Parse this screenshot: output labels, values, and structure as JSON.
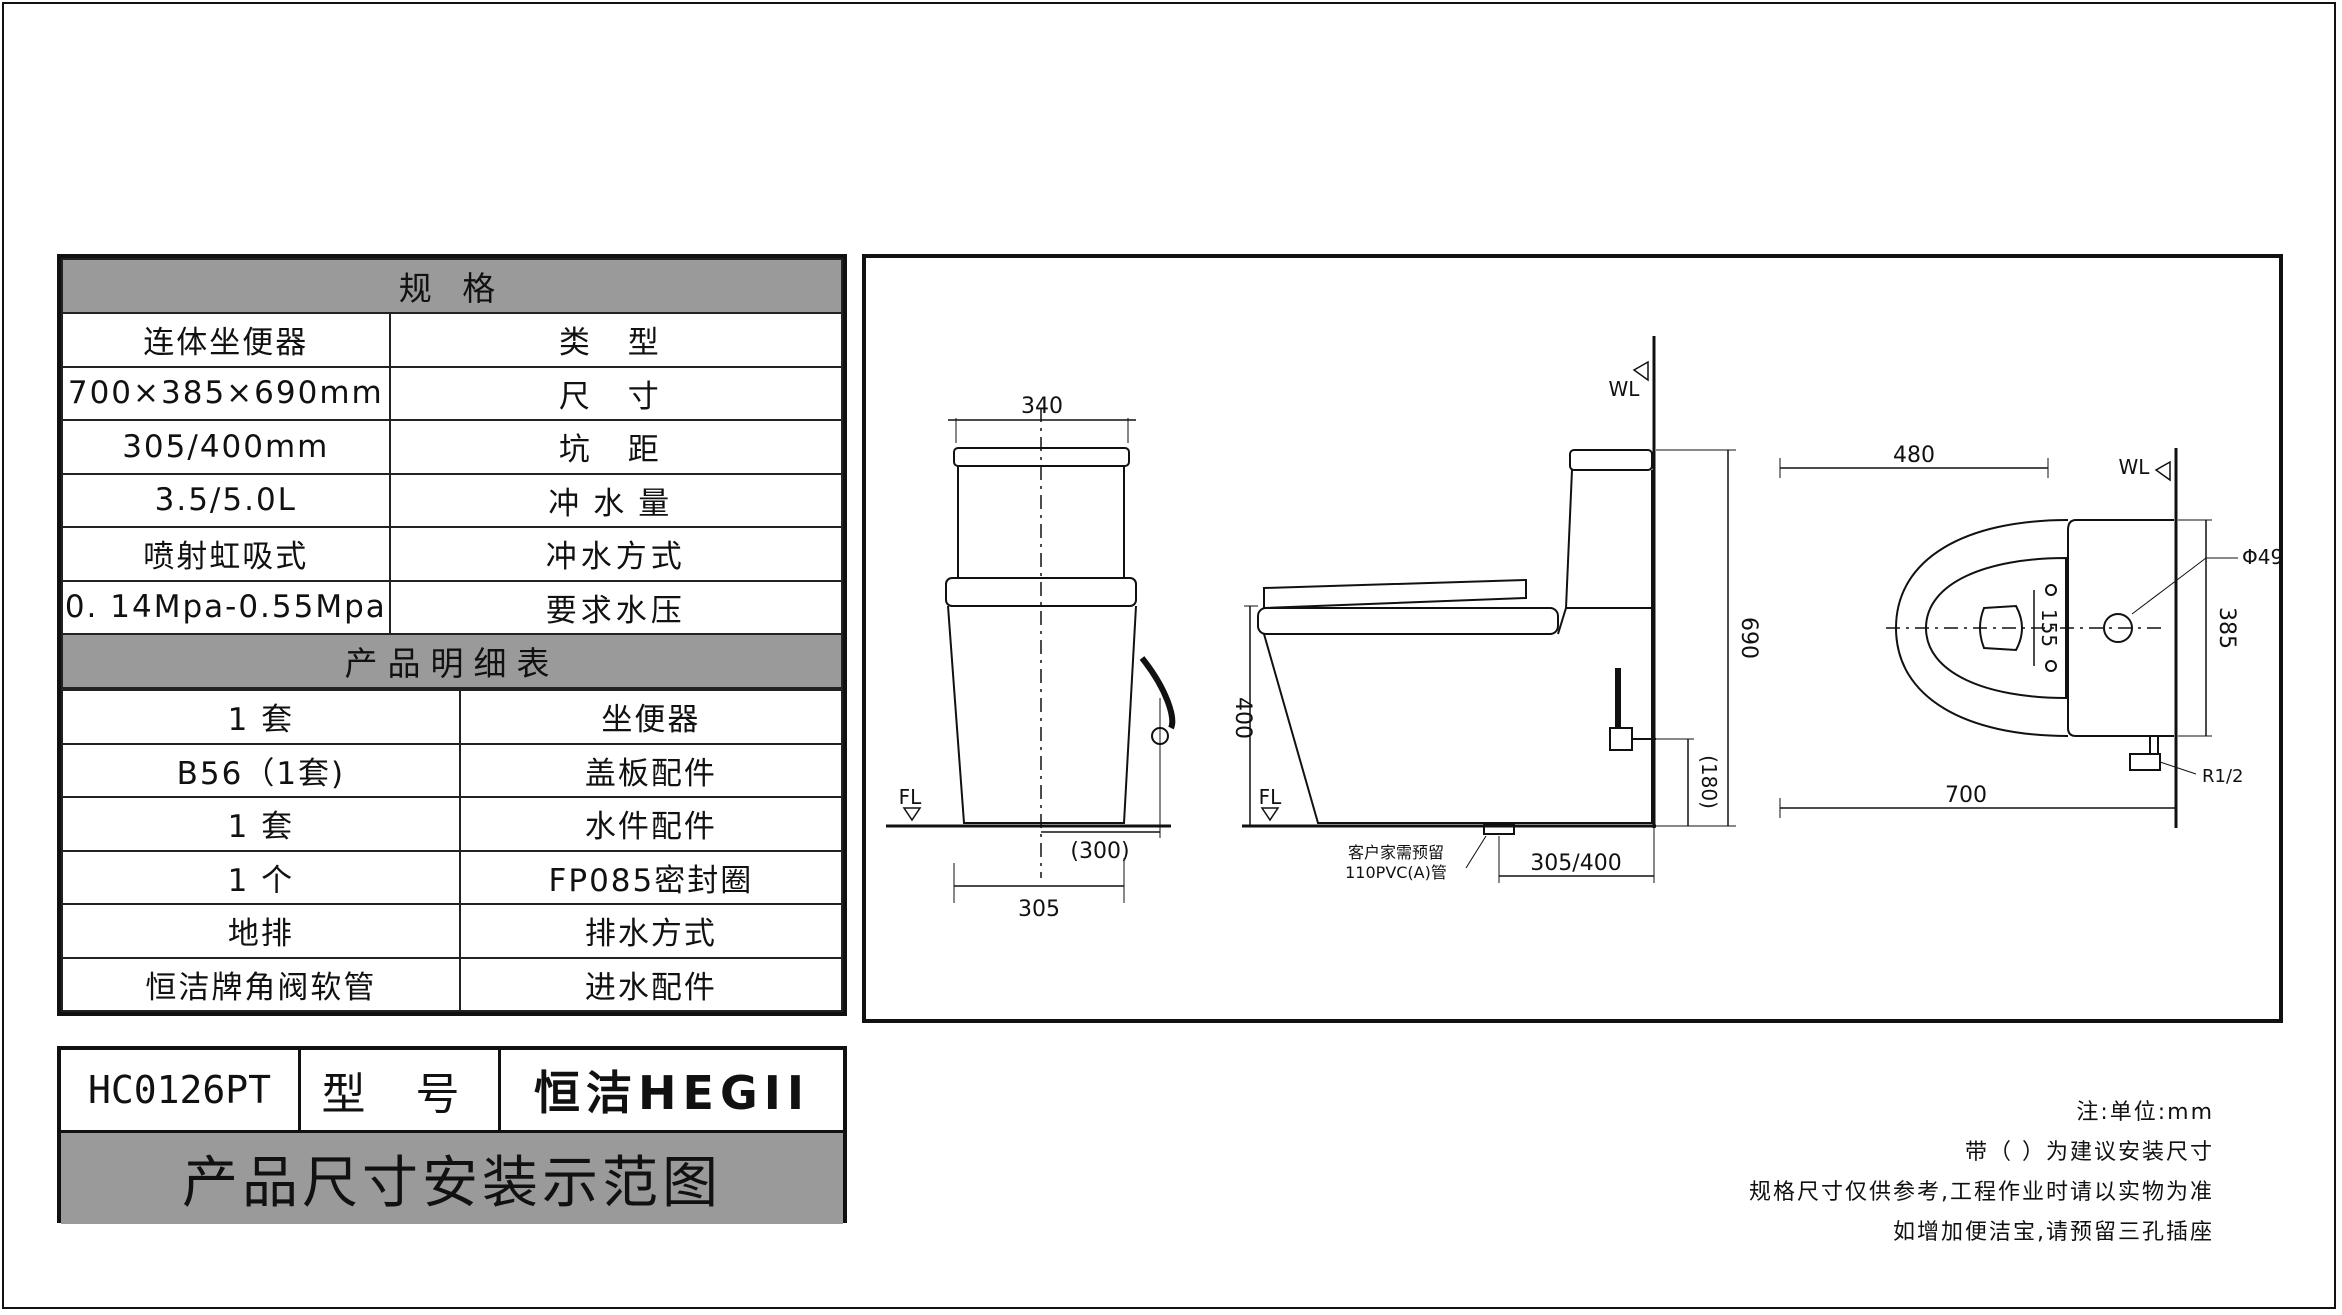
{
  "spec_header": "规 格",
  "specs": [
    {
      "label": "类 型",
      "value": "连体坐便器"
    },
    {
      "label": "尺 寸",
      "value": "700×385×690mm"
    },
    {
      "label": "坑 距",
      "value": "305/400mm"
    },
    {
      "label": "冲水量",
      "value": "3.5/5.0L"
    },
    {
      "label": "冲水方式",
      "value": "喷射虹吸式"
    },
    {
      "label": "要求水压",
      "value": "0. 14Mpa-0.55Mpa"
    }
  ],
  "details_header": "产品明细表",
  "details": [
    {
      "label": "坐便器",
      "value": "1 套"
    },
    {
      "label": "盖板配件",
      "value": "B56（1套)"
    },
    {
      "label": "水件配件",
      "value": "1 套"
    },
    {
      "label": "FP085密封圈",
      "value": "1 个"
    },
    {
      "label": "排水方式",
      "value": "地排"
    },
    {
      "label": "进水配件",
      "value": "恒洁牌角阀软管"
    }
  ],
  "model": {
    "brand": "恒洁HEGII",
    "label": "型 号",
    "code": "HC0126PT",
    "title": "产品尺寸安装示范图"
  },
  "front_view": {
    "top_width": "340",
    "pitch_rec": "(300)",
    "pitch": "305",
    "floor": "FL"
  },
  "side_view": {
    "wall": "WL",
    "floor": "FL",
    "seat_height": "400",
    "total_height": "690",
    "inlet_height": "(180)",
    "pitch": "305/400",
    "pipe_note_1": "客户家需预留",
    "pipe_note_2": "110PVC(A)管"
  },
  "top_view": {
    "wall": "WL",
    "length": "700",
    "bowl_length": "480",
    "width": "385",
    "hole_spacing": "155",
    "hole_dia": "Φ49",
    "thread": "R1/2"
  },
  "notes": [
    "注:单位:mm",
    "带（ ）为建议安装尺寸",
    "规格尺寸仅供参考,工程作业时请以实物为准",
    "如增加便洁宝,请预留三孔插座"
  ]
}
